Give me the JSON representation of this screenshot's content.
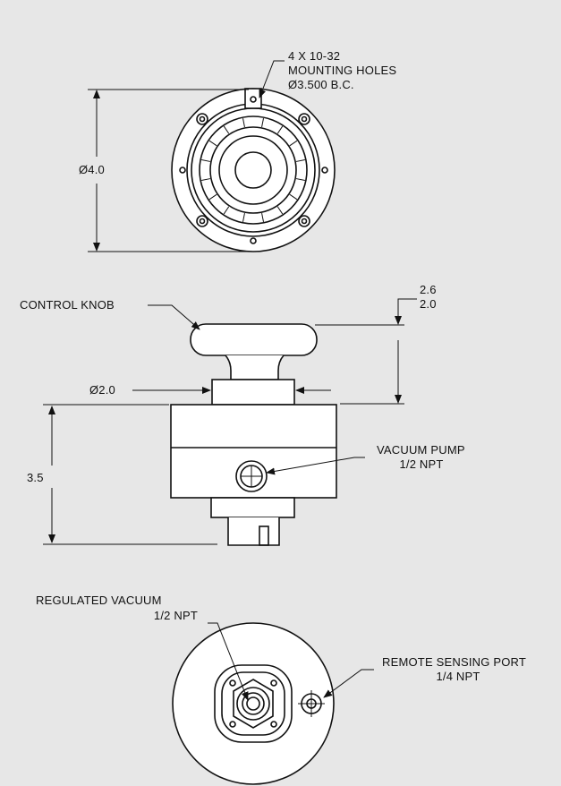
{
  "top_view": {
    "mounting_holes_line1": "4 X 10-32",
    "mounting_holes_line2": "MOUNTING HOLES",
    "mounting_holes_line3": "Ø3.500 B.C.",
    "diameter": "Ø4.0"
  },
  "side_view": {
    "control_knob": "CONTROL KNOB",
    "height_max": "2.6",
    "height_min": "2.0",
    "stem_diameter": "Ø2.0",
    "body_height": "3.5",
    "vacuum_pump_line1": "VACUUM PUMP",
    "vacuum_pump_line2": "1/2 NPT"
  },
  "bottom_view": {
    "regulated_vacuum_line1": "REGULATED VACUUM",
    "regulated_vacuum_line2": "1/2 NPT",
    "remote_sensing_line1": "REMOTE SENSING PORT",
    "remote_sensing_line2": "1/4 NPT"
  }
}
